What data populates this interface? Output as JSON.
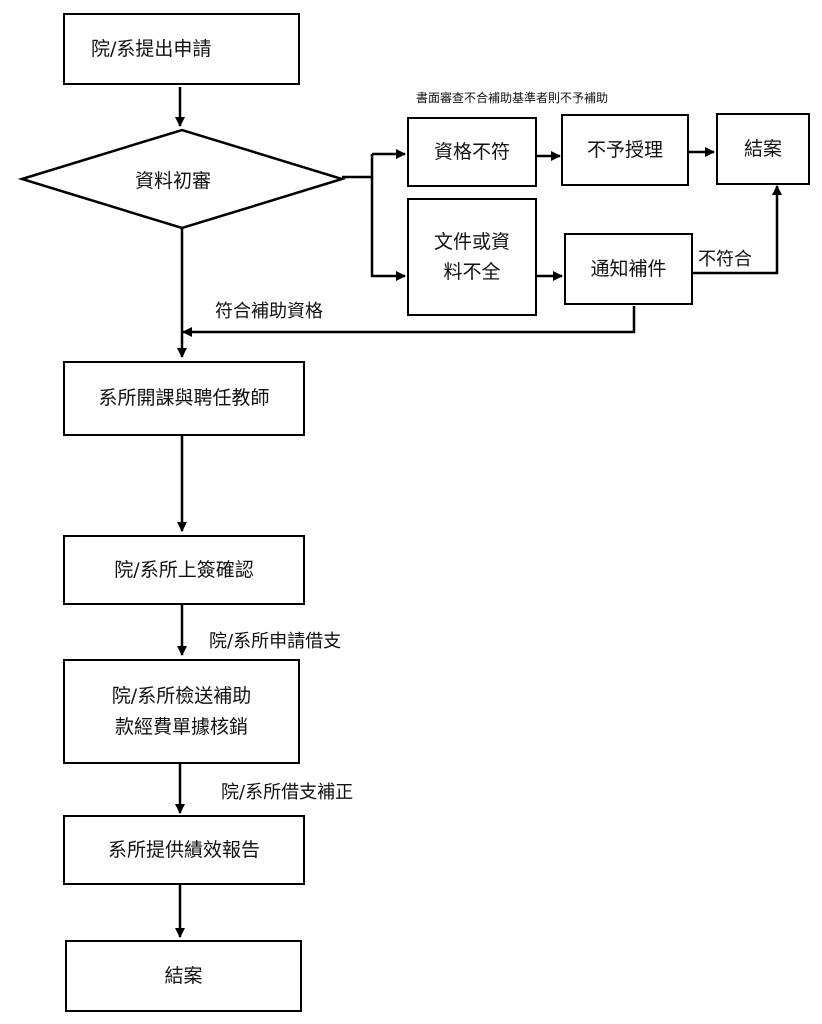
{
  "nodes": {
    "apply": "院/系提出申請",
    "review": "資料初審",
    "ineligible": "資格不符",
    "reject": "不予授理",
    "close_top": "結案",
    "incomplete": "文件或資\n料不全",
    "notify": "通知補件",
    "open_courses": "系所開課與聘任教師",
    "sign": "院/系所上簽確認",
    "submit_receipts": "院/系所檢送補助\n款經費單據核銷",
    "report": "系所提供績效報告",
    "close_bottom": "結案"
  },
  "labels": {
    "review_note": "書面審查不合補助基準者則不予補助",
    "not_meet": "不符合",
    "eligible": "符合補助資格",
    "advance_apply": "院/系所申請借支",
    "advance_correct": "院/系所借支補正"
  }
}
